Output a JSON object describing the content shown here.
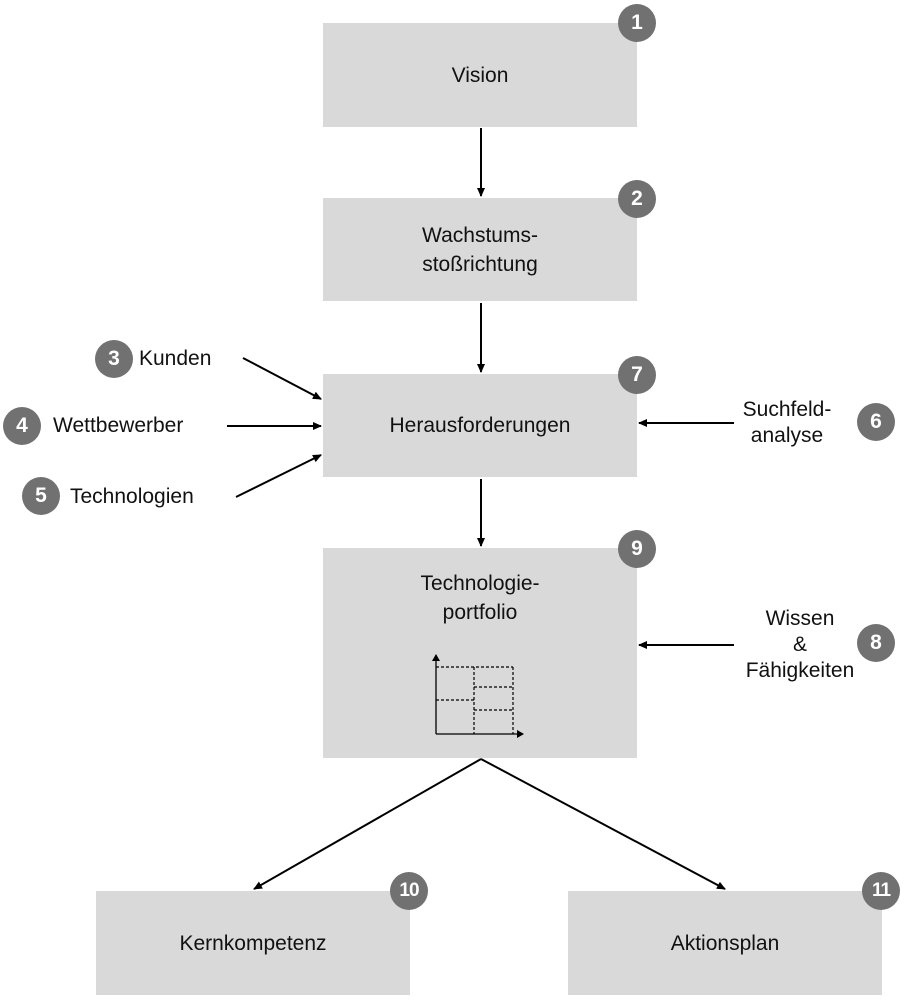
{
  "boxes": {
    "vision": {
      "label": "Vision",
      "badge": "1"
    },
    "wachstum": {
      "label": "Wachstums-\nstoßrichtung",
      "badge": "2"
    },
    "heraus": {
      "label": "Herausforderungen",
      "badge": "7"
    },
    "portfolio": {
      "label": "Technologie-\nportfolio",
      "badge": "9"
    },
    "kern": {
      "label": "Kernkompetenz",
      "badge": "10"
    },
    "aktion": {
      "label": "Aktionsplan",
      "badge": "11"
    }
  },
  "inputs": {
    "kunden": {
      "label": "Kunden",
      "badge": "3"
    },
    "wettbewerber": {
      "label": "Wettbewerber",
      "badge": "4"
    },
    "technologien": {
      "label": "Technologien",
      "badge": "5"
    },
    "suchfeld": {
      "label": "Suchfeld-\nanalyse",
      "badge": "6"
    },
    "wissen": {
      "label": "Wissen\n&\nFähigkeiten",
      "badge": "8"
    }
  },
  "colors": {
    "box_fill": "#d9d9d9",
    "badge_fill": "#717171",
    "arrow": "#000000"
  }
}
